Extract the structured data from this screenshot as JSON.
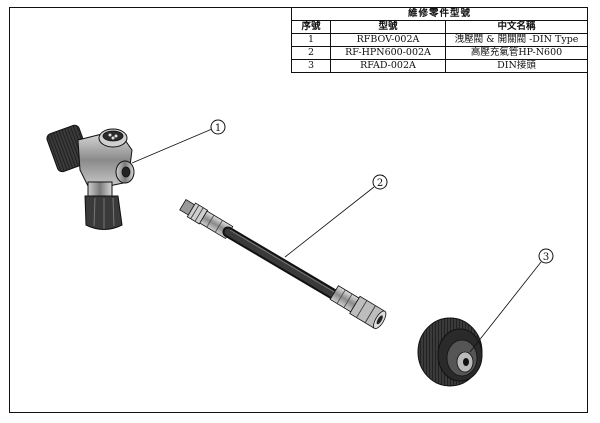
{
  "table": {
    "title": "維修零件型號",
    "headers": [
      "序號",
      "型號",
      "中文名稱"
    ],
    "rows": [
      {
        "no": "1",
        "model": "RFBOV-002A",
        "name": "洩壓閥 & 開關閥 -DIN Type"
      },
      {
        "no": "2",
        "model": "RF-HPN600-002A",
        "name": "高壓充氣管HP-N600"
      },
      {
        "no": "3",
        "model": "RFAD-002A",
        "name": "DIN接頭"
      }
    ]
  },
  "callouts": [
    "1",
    "2",
    "3"
  ],
  "colors": {
    "line": "#111111",
    "part_dark": "#2a2a2a",
    "part_mid": "#6a6a6a",
    "part_light": "#bdbdbd"
  }
}
